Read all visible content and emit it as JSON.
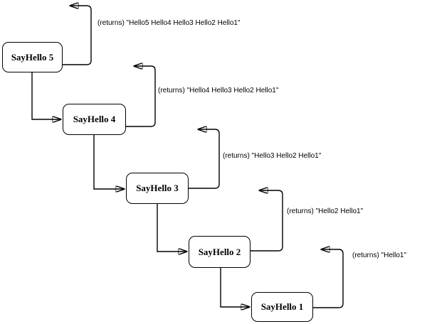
{
  "diagram": {
    "title": "recursive SayHello call stack",
    "colors": {
      "stroke": "#000000",
      "box_fill": "#ffffff",
      "background": "#ffffff",
      "text": "#000000"
    },
    "boxes": [
      {
        "label": "SayHello 5"
      },
      {
        "label": "SayHello 4"
      },
      {
        "label": "SayHello 3"
      },
      {
        "label": "SayHello 2"
      },
      {
        "label": "SayHello 1"
      }
    ],
    "returns": [
      {
        "text": "(returns) \"Hello5 Hello4 Hello3 Hello2 Hello1\""
      },
      {
        "text": "(returns) \"Hello4 Hello3 Hello2 Hello1\""
      },
      {
        "text": "(returns) \"Hello3 Hello2 Hello1\""
      },
      {
        "text": "(returns) \"Hello2 Hello1\""
      },
      {
        "text": "(returns) \"Hello1\""
      }
    ]
  }
}
